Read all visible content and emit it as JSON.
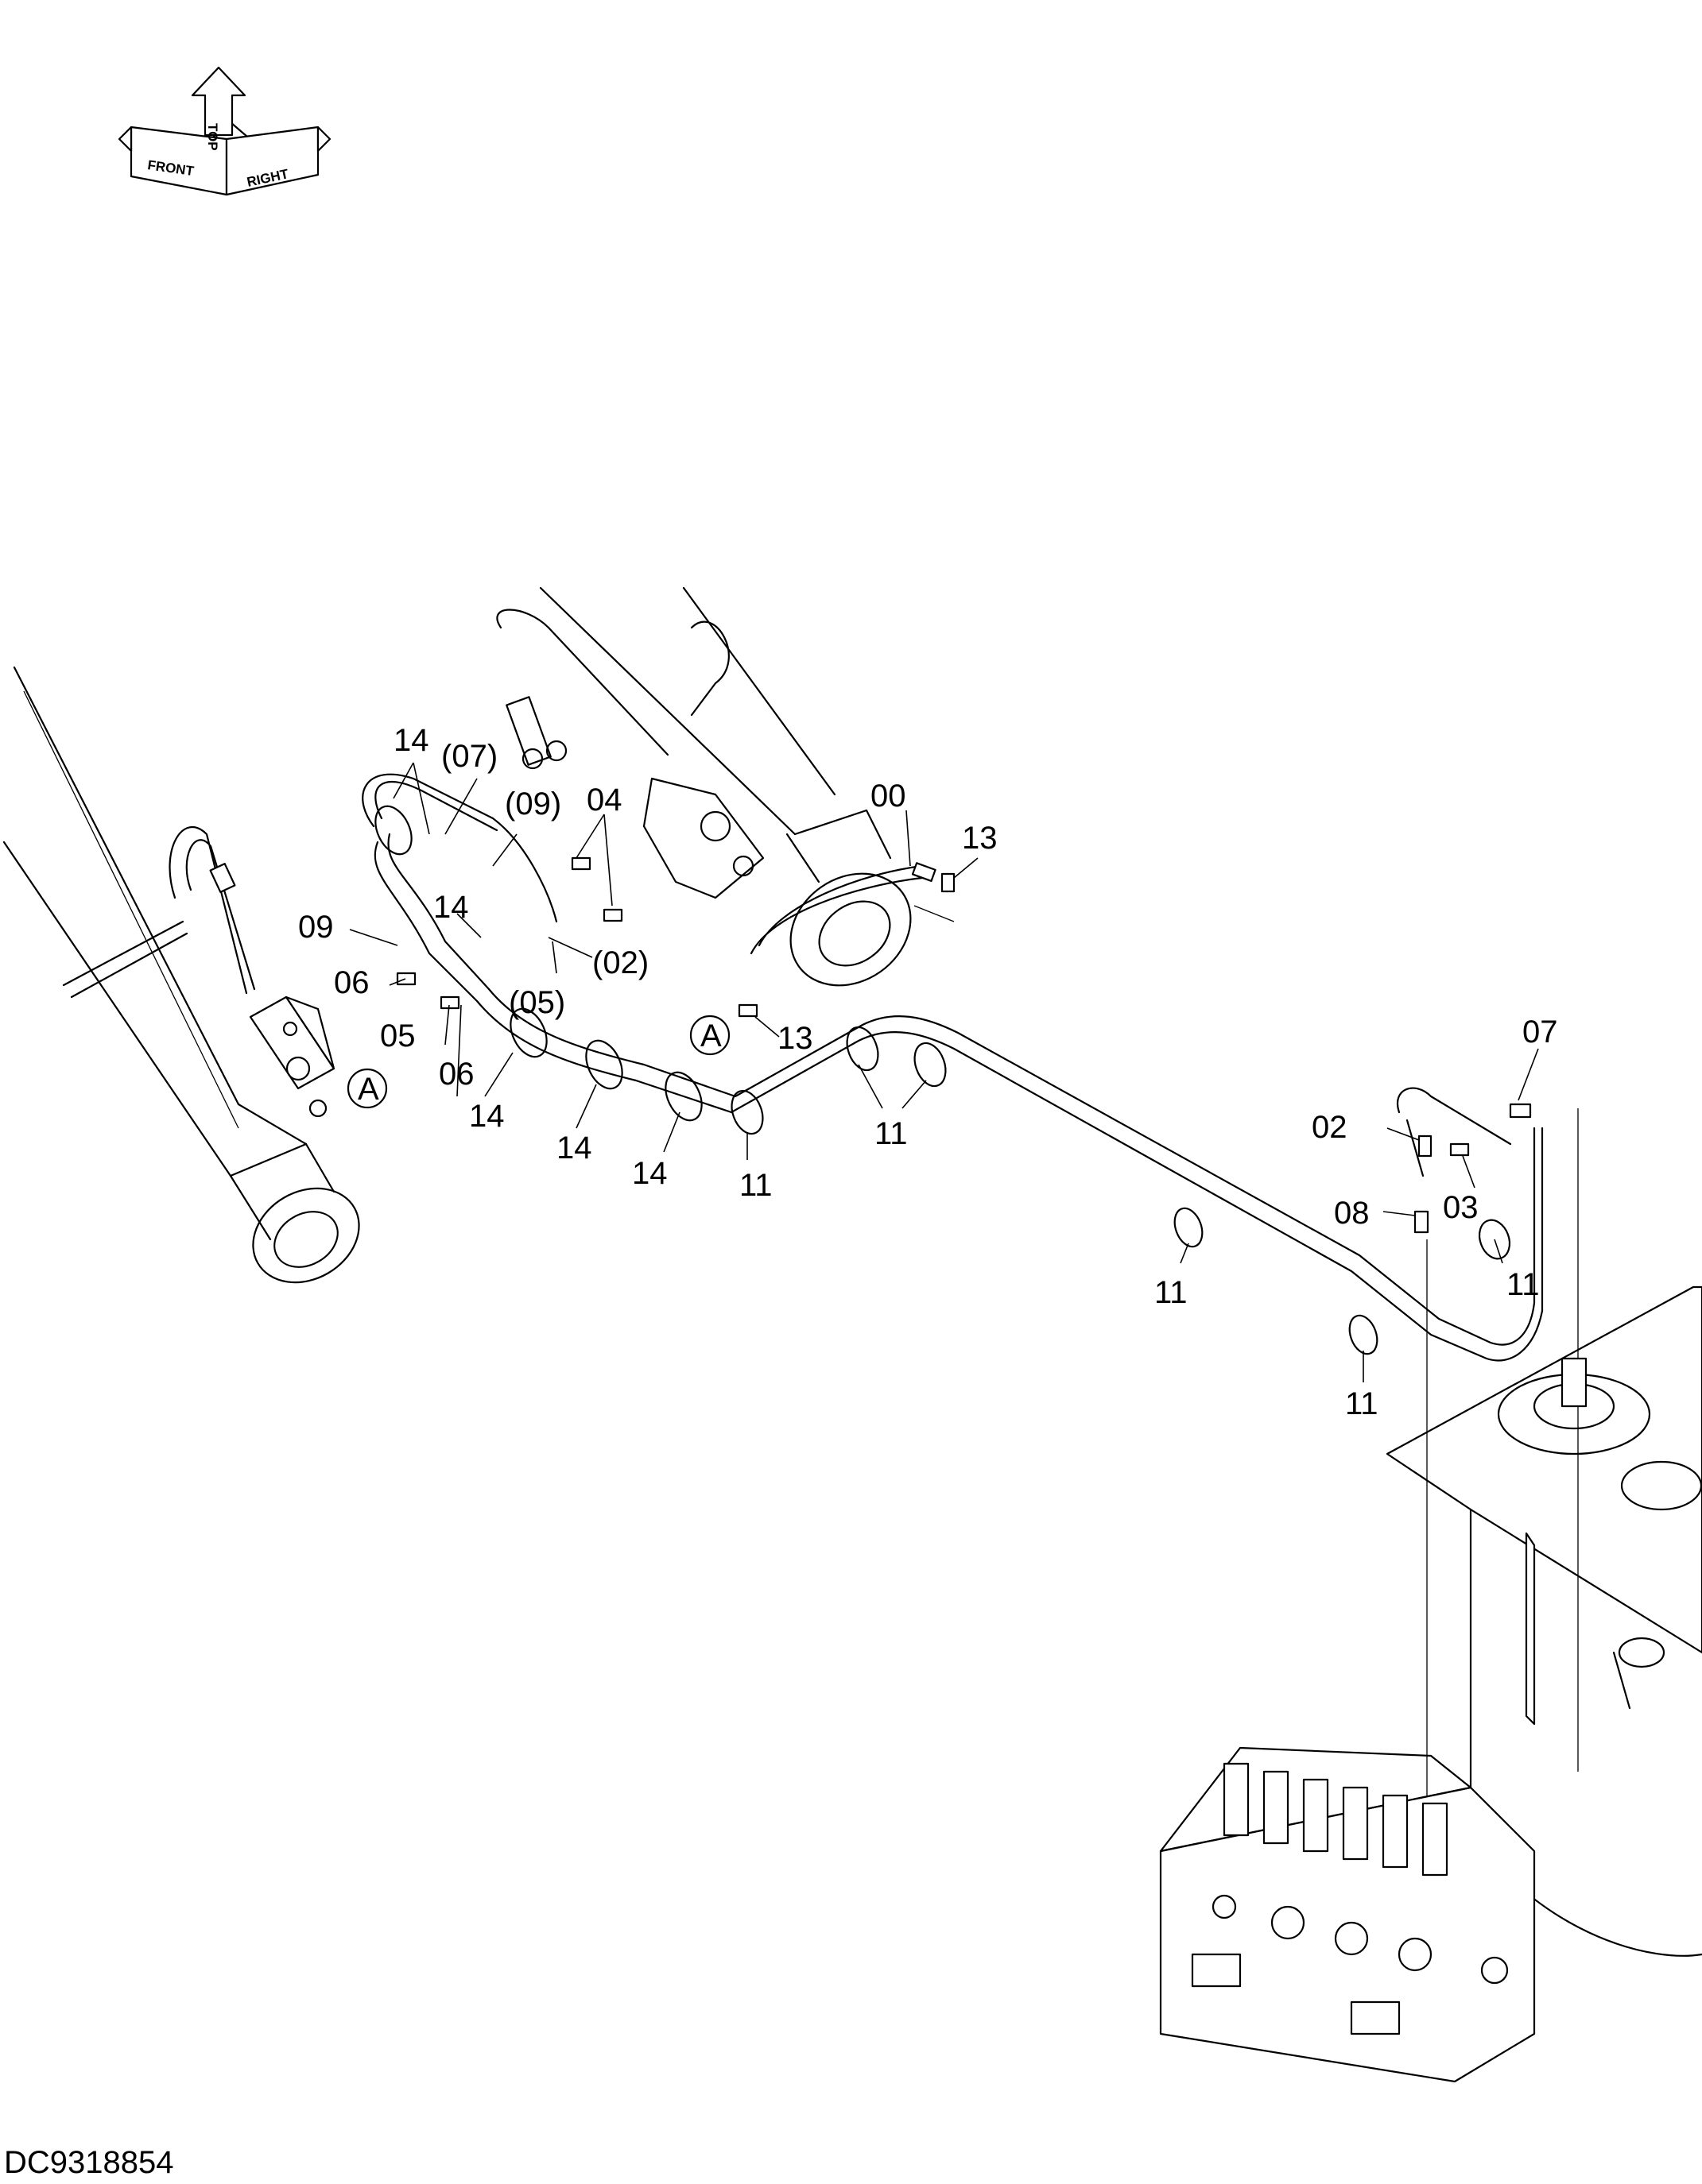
{
  "drawing_code": "DC9318854",
  "orientation_marker": {
    "front": "FRONT",
    "top": "TOP",
    "right": "RIGHT"
  },
  "callouts": [
    {
      "id": "c1",
      "text": "14"
    },
    {
      "id": "c2",
      "text": "(07)"
    },
    {
      "id": "c3",
      "text": "(09)"
    },
    {
      "id": "c4",
      "text": "04"
    },
    {
      "id": "c5",
      "text": "00"
    },
    {
      "id": "c6",
      "text": "13"
    },
    {
      "id": "c7",
      "text": "09"
    },
    {
      "id": "c8",
      "text": "14"
    },
    {
      "id": "c9",
      "text": "(02)"
    },
    {
      "id": "c10",
      "text": "06"
    },
    {
      "id": "c11",
      "text": "(05)"
    },
    {
      "id": "c12",
      "text": "05"
    },
    {
      "id": "c13",
      "text": "06"
    },
    {
      "id": "c14",
      "text": "13"
    },
    {
      "id": "c15",
      "text": "14"
    },
    {
      "id": "c16",
      "text": "14"
    },
    {
      "id": "c17",
      "text": "14"
    },
    {
      "id": "c18",
      "text": "11"
    },
    {
      "id": "c19",
      "text": "11"
    },
    {
      "id": "c20",
      "text": "07"
    },
    {
      "id": "c21",
      "text": "02"
    },
    {
      "id": "c22",
      "text": "03"
    },
    {
      "id": "c23",
      "text": "08"
    },
    {
      "id": "c24",
      "text": "11"
    },
    {
      "id": "c25",
      "text": "11"
    },
    {
      "id": "c26",
      "text": "11"
    }
  ],
  "reference_markers": [
    {
      "id": "ref-left",
      "text": "A"
    },
    {
      "id": "ref-mid",
      "text": "A"
    }
  ]
}
